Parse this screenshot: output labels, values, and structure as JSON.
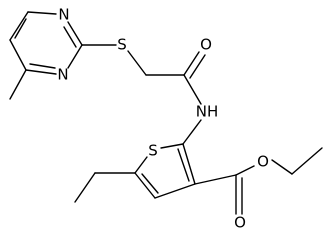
{
  "molecule": {
    "atoms": {
      "N1": "N",
      "N3": "N",
      "S_thioether": "S",
      "O_amide": "O",
      "NH": "NH",
      "S_ring": "S",
      "O_ester_carbonyl": "O",
      "O_ester": "O"
    }
  }
}
